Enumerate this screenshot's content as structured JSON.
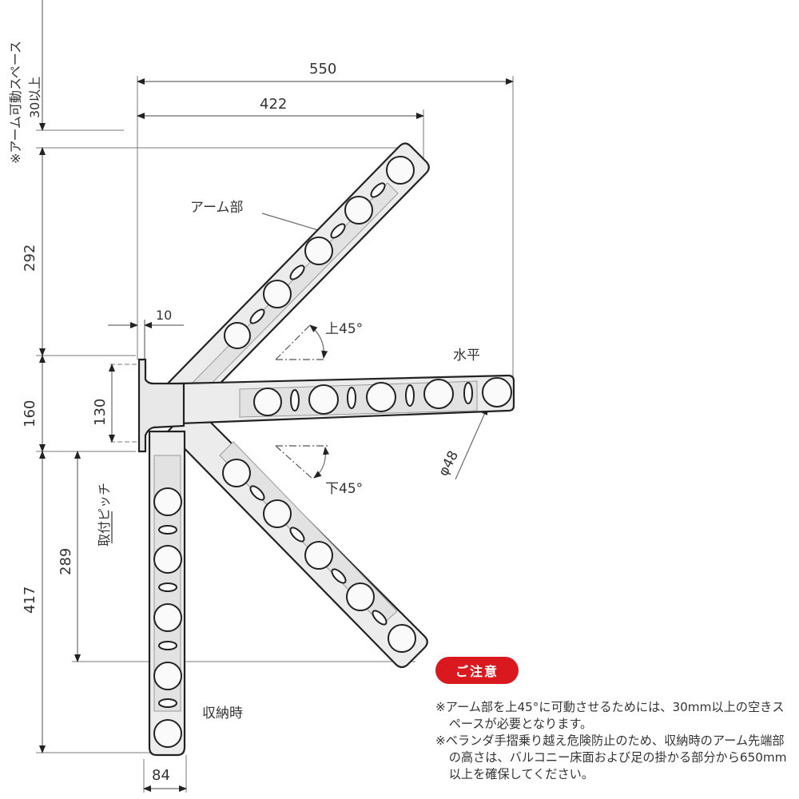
{
  "diagram": {
    "title": "Folding arm bracket dimension drawing",
    "units": "mm",
    "dimensions": {
      "overall_width": "550",
      "arm_up_width": "422",
      "arm_clearance": "30以上",
      "arm_clearance_note": "※アーム可動スペース",
      "upper_height": "292",
      "bracket_height": "160",
      "bracket_hole_pitch": "130",
      "wall_offset": "10",
      "stored_length": "417",
      "mount_pitch": "289",
      "mount_pitch_label": "取付ピッチ",
      "stored_width": "84",
      "hole_diameter": "φ48"
    },
    "labels": {
      "arm_part": "アーム部",
      "angle_up": "上45°",
      "angle_down": "下45°",
      "horizontal": "水平",
      "stored": "収納時"
    },
    "notice": {
      "badge": "ご注意",
      "badge_color": "#d9191e",
      "items": [
        "※アーム部を上45°に可動させるためには、30mm以上の空きスペースが必要となります。",
        "※ベランダ手摺乗り越え危険防止のため、収納時のアーム先端部の高さは、バルコニー床面および足の掛かる部分から650mm以上を確保してください。"
      ]
    }
  }
}
